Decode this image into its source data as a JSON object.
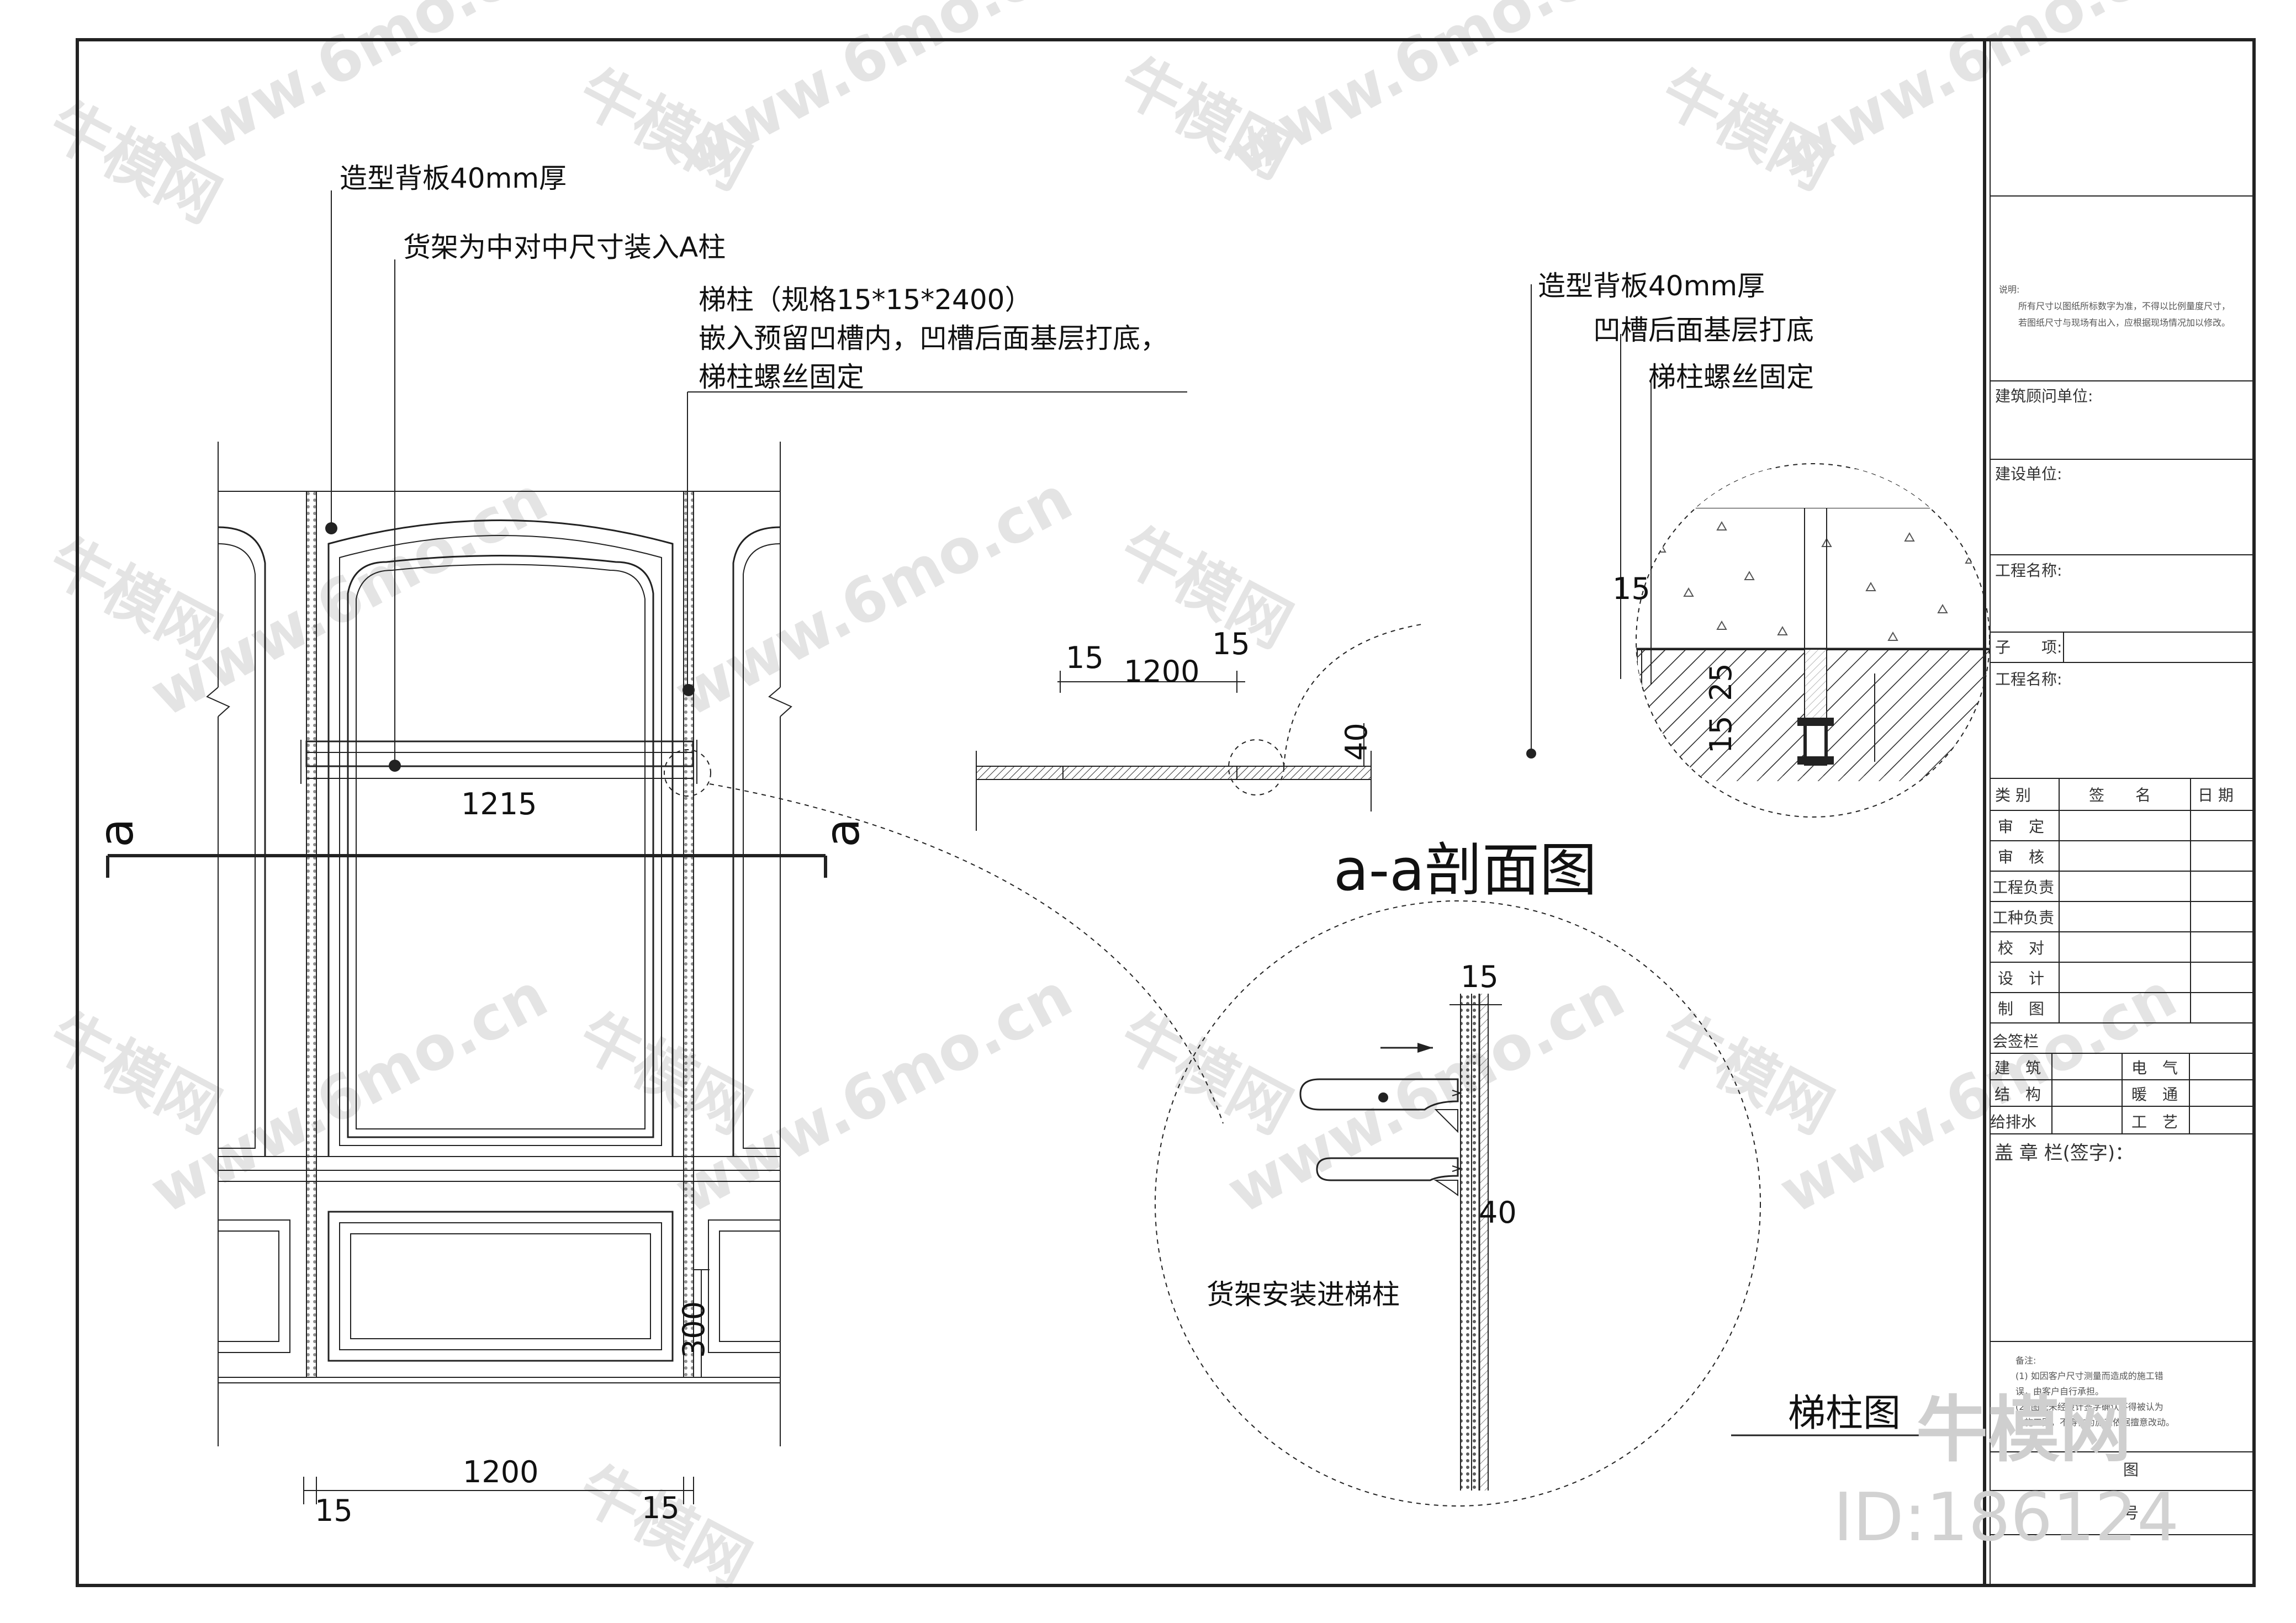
{
  "elevation": {
    "notes": {
      "back_panel": "造型背板40mm厚",
      "shelf_note": "货架为中对中尺寸装入A柱",
      "column_spec": "梯柱（规格15*15*2400）",
      "column_embed": "嵌入预留凹槽内，凹槽后面基层打底，",
      "column_fix": "梯柱螺丝固定"
    },
    "dims": {
      "shelf_width": "1215",
      "bottom_total": "1200",
      "bottom_left": "15",
      "bottom_right": "15",
      "side_height": "300"
    },
    "section_mark_left": "a",
    "section_mark_right": "a"
  },
  "section": {
    "title": "a-a剖面图",
    "dim_left": "15",
    "dim_mid": "1200",
    "dim_right": "15",
    "dim_depth": "40"
  },
  "detail_top": {
    "back_panel": "造型背板40mm厚",
    "groove_note": "凹槽后面基层打底",
    "column_fix": "梯柱螺丝固定",
    "dim_width": "15",
    "dim_a": "25",
    "dim_b": "15"
  },
  "detail_bottom": {
    "dim_top": "15",
    "dim_side": "40",
    "caption": "货架安装进梯柱"
  },
  "drawing_title": "梯柱图",
  "title_block": {
    "note_label": "说明:",
    "note_lines": [
      "所有尺寸以图纸所标数字为准，不得以比例量度尺寸，",
      "若图纸尺寸与现场有出入，应根据现场情况加以修改。"
    ],
    "consultant": "建筑顾问单位:",
    "client": "建设单位:",
    "project": "工程名称:",
    "sub_item": "子　　项:",
    "project2": "工程名称:",
    "sign_headers": [
      "类 别",
      "签　　名",
      "日 期"
    ],
    "sign_rows": [
      "审　定",
      "审　核",
      "工程负责",
      "工种负责",
      "校　对",
      "设　计",
      "制　图"
    ],
    "countersign": "会签栏",
    "disciplines_left": [
      "建　筑",
      "结　构",
      "给排水"
    ],
    "disciplines_right": [
      "电　气",
      "暖　通",
      "工　艺"
    ],
    "seal": "盖 章 栏(签字)：",
    "remarks_label": "备注:",
    "remarks": [
      "(1) 如因客户尺寸测量而造成的施工错",
      "误，由客户自行承担。",
      "(2) 图纸未经设计签字确认不得被认为",
      "是施工图，不得作为施工依据擅意改动。"
    ],
    "sheet_label": "图",
    "number_label": "号"
  },
  "watermark": {
    "brand": "牛模网",
    "site": "www.6mo.cn",
    "id_text": "ID:186124"
  }
}
